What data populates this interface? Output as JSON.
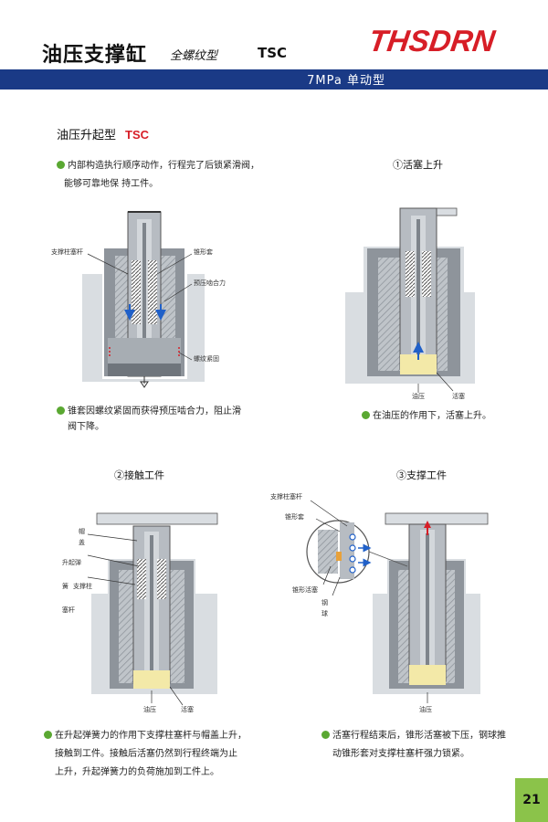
{
  "header": {
    "title": "油压支撑缸",
    "subtitle": "全螺纹型",
    "model": "TSC",
    "brand": "THSDRN",
    "band_text": "7MPa  单动型"
  },
  "section": {
    "title": "油压升起型",
    "model": "TSC"
  },
  "intro_note": {
    "line1": "内部构造执行顺序动作，行程完了后锁紧滑阀，",
    "line2": "能够可靠地保  持工件。"
  },
  "diagram_main": {
    "labels": {
      "support_rod": "支撑柱塞杆",
      "cone_sleeve": "锥形套",
      "preload": "预压啮合力",
      "thread_fix": "螺纹紧固"
    },
    "note_line1": "锥套因螺纹紧固而获得预压啮合力，阻止滑",
    "note_line2": "阀下降。"
  },
  "step1": {
    "caption": "①活塞上升",
    "labels": {
      "oil": "油压",
      "piston": "活塞"
    },
    "note": "在油压的作用下，活塞上升。"
  },
  "step2": {
    "caption": "②接触工件",
    "labels": {
      "cap_a": "帽",
      "cap_b": "盖",
      "spring": "升起弹",
      "spring_b": "簧",
      "rod_a": "支撑柱",
      "rod_b": "塞杆",
      "oil": "油压",
      "piston": "活塞"
    },
    "note_line1": "在升起弹簧力的作用下支撑柱塞杆与帽盖上升，",
    "note_line2": "接触到工件。接触后活塞仍然到行程终端为止",
    "note_line3": "上升，升起弹簧力的负荷施加到工件上。"
  },
  "step3": {
    "caption": "③支撑工件",
    "labels": {
      "support_rod": "支撑柱塞杆",
      "cone_sleeve": "锥形套",
      "cone_piston": "锥形活塞",
      "ball_a": "钢",
      "ball_b": "球",
      "oil": "油压"
    },
    "note_line1": "活塞行程结束后，锥形活塞被下压，钢球推",
    "note_line2": "动锥形套对支撑柱塞杆强力锁紧。"
  },
  "page_number": "21",
  "colors": {
    "brand_red": "#d71e27",
    "band_blue": "#1a3a86",
    "bullet_green": "#5aa832",
    "page_tab_green": "#8bc34a",
    "oil_yellow": "#f3e9a8",
    "arrow_blue": "#2060c8"
  }
}
